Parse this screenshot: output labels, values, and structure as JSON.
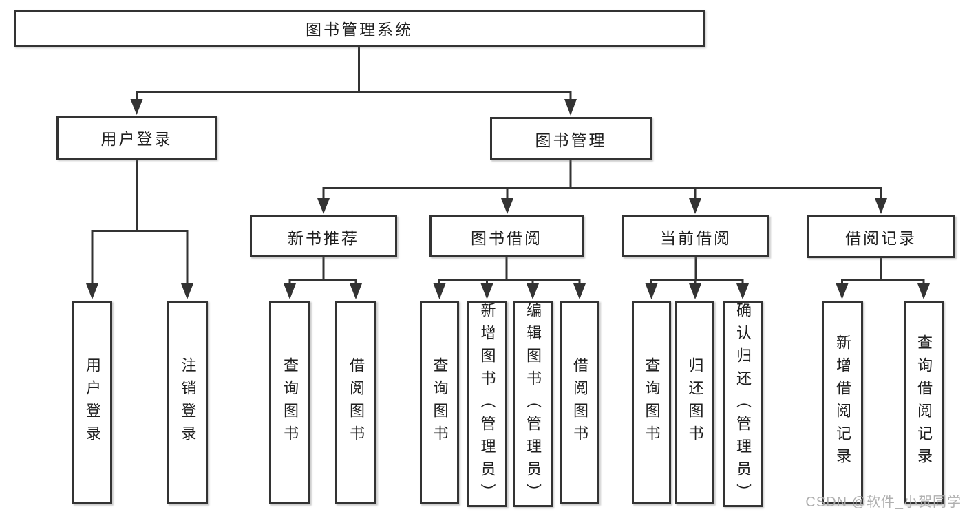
{
  "colors": {
    "line": "#333333",
    "box_border": "#333333",
    "text": "#1f1f1f",
    "background": "#ffffff",
    "watermark": "#acacac"
  },
  "watermark": {
    "text": "CSDN @软件_小贺同学"
  },
  "tree": {
    "root": {
      "label": "图书管理系统"
    },
    "branches": [
      {
        "label": "用户登录",
        "children": [
          {
            "label": "用户登录"
          },
          {
            "label": "注销登录"
          }
        ]
      },
      {
        "label": "图书管理",
        "children": [
          {
            "label": "新书推荐",
            "children": [
              {
                "label": "查询图书"
              },
              {
                "label": "借阅图书"
              }
            ]
          },
          {
            "label": "图书借阅",
            "children": [
              {
                "label": "查询图书"
              },
              {
                "label": "新增图书（管理员）"
              },
              {
                "label": "编辑图书（管理员）"
              },
              {
                "label": "借阅图书"
              }
            ]
          },
          {
            "label": "当前借阅",
            "children": [
              {
                "label": "查询图书"
              },
              {
                "label": "归还图书"
              },
              {
                "label": "确认归还（管理员）"
              }
            ]
          },
          {
            "label": "借阅记录",
            "children": [
              {
                "label": "新增借阅记录"
              },
              {
                "label": "查询借阅记录"
              }
            ]
          }
        ]
      }
    ]
  }
}
